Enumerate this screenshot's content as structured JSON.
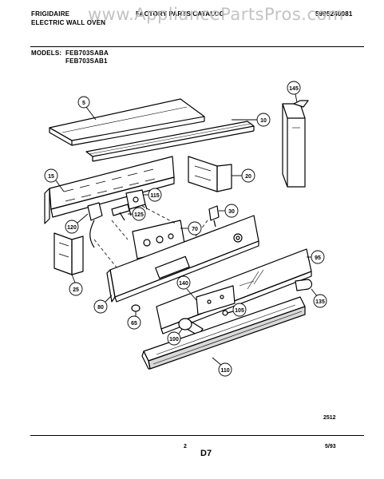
{
  "header": {
    "brand": "FRIGIDAIRE",
    "product": "ELECTRIC WALL OVEN",
    "catalog": "FACTORY PARTS CATALOG",
    "catalog_number": "5995240081",
    "models_label": "MODELS:",
    "models": [
      "FEB703SABA",
      "FEB703SAB1"
    ]
  },
  "watermark": "www.AppliancePartsPros.com",
  "callouts": [
    "5",
    "10",
    "145",
    "15",
    "20",
    "115",
    "125",
    "120",
    "30",
    "70",
    "25",
    "80",
    "140",
    "95",
    "105",
    "135",
    "65",
    "100",
    "110"
  ],
  "footer": {
    "drawing_no": "2512",
    "page": "2",
    "section": "D7",
    "date": "5/93"
  }
}
